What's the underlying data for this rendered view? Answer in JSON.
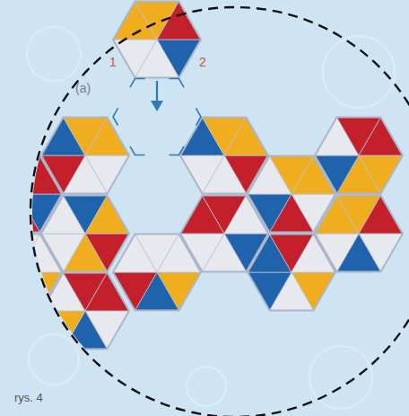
{
  "diagram": {
    "caption": "rys. 4",
    "labels": [
      "1",
      "2",
      "(a)"
    ]
  }
}
